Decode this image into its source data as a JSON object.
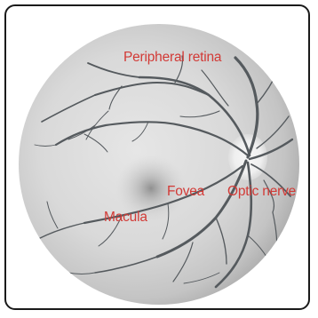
{
  "labels": {
    "peripheral_retina": "Peripheral retina",
    "fovea": "Fovea",
    "optic_nerve": "Optic nerve",
    "macula": "Macula"
  },
  "colors": {
    "label": "#d23a36",
    "vessel": "#555a5e",
    "frame_border": "#1a1a1a",
    "fundus_light": "#e9e9e9",
    "fundus_dark": "#a9a9a9",
    "optic_disc": "#f4f4f4"
  }
}
